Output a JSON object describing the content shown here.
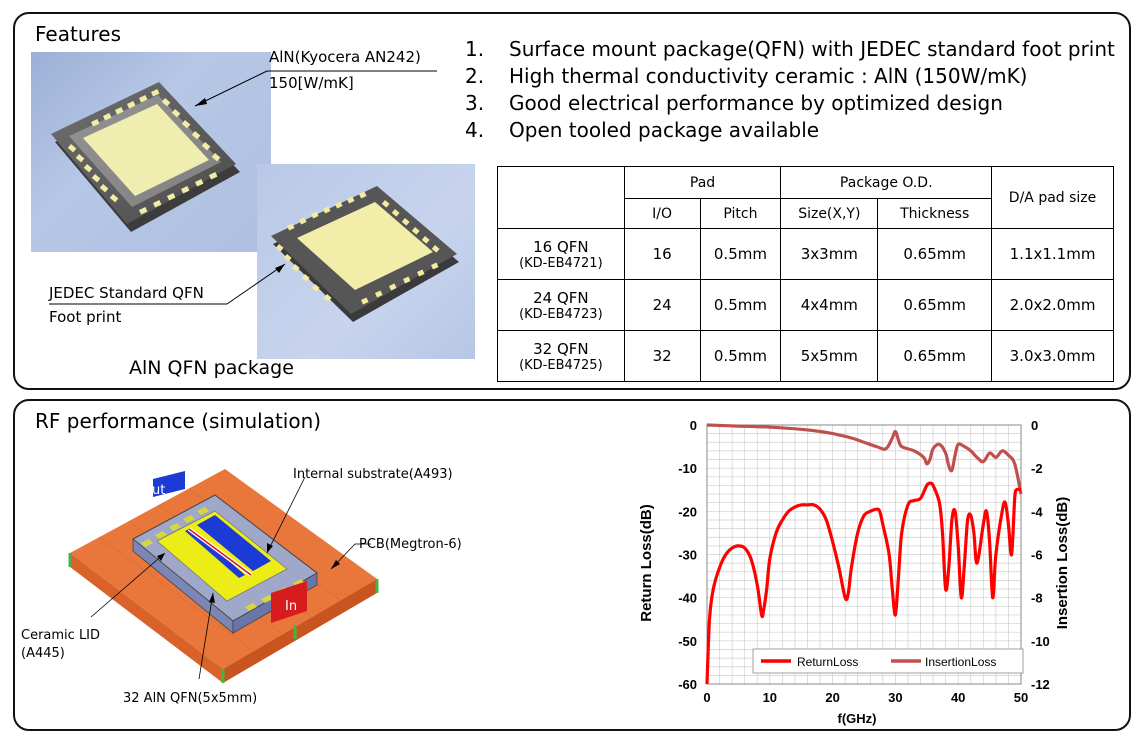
{
  "features": {
    "title": "Features",
    "annotations": {
      "material_line1": "AlN(Kyocera AN242)",
      "material_line2": "150[W/mK]",
      "jedec_line1": "JEDEC Standard QFN",
      "jedec_line2": "Foot print",
      "caption": "AlN QFN package"
    },
    "list": [
      {
        "num": "1.",
        "text": "Surface mount package(QFN) with JEDEC standard foot print"
      },
      {
        "num": "2.",
        "text": "High thermal conductivity ceramic : AlN (150W/mK)"
      },
      {
        "num": "3.",
        "text": "Good electrical performance by optimized design"
      },
      {
        "num": "4.",
        "text": "Open tooled package available"
      }
    ],
    "table": {
      "group_headers": {
        "pad": "Pad",
        "package": "Package O.D.",
        "da": "D/A pad size"
      },
      "sub_headers": {
        "io": "I/O",
        "pitch": "Pitch",
        "size": "Size(X,Y)",
        "thickness": "Thickness"
      },
      "rows": [
        {
          "name": "16 QFN",
          "part": "(KD-EB4721)",
          "io": "16",
          "pitch": "0.5mm",
          "size": "3x3mm",
          "thickness": "0.65mm",
          "da": "1.1x1.1mm"
        },
        {
          "name": "24 QFN",
          "part": "(KD-EB4723)",
          "io": "24",
          "pitch": "0.5mm",
          "size": "4x4mm",
          "thickness": "0.65mm",
          "da": "2.0x2.0mm"
        },
        {
          "name": "32 QFN",
          "part": "(KD-EB4725)",
          "io": "32",
          "pitch": "0.5mm",
          "size": "5x5mm",
          "thickness": "0.65mm",
          "da": "3.0x3.0mm"
        }
      ]
    }
  },
  "rf": {
    "title": "RF performance (simulation)",
    "model_labels": {
      "out": "out",
      "in": "In",
      "internal": "Internal substrate(A493)",
      "pcb": "PCB(Megtron-6)",
      "lid_line1": "Ceramic LID",
      "lid_line2": "(A445)",
      "qfn": "32 AlN QFN(5x5mm)"
    }
  },
  "colors": {
    "return_loss": "#ff0000",
    "insertion_loss": "#c0504d",
    "pcb": "#e9763a",
    "pad_yellow": "#ecec16",
    "substrate_blue": "#1c3bd6"
  },
  "chart_data": {
    "type": "line",
    "xlabel": "f(GHz)",
    "ylabel": "Return Loss(dB)",
    "y2label": "Insertion Loss(dB)",
    "xlim": [
      0,
      50
    ],
    "ylim": [
      -60,
      0
    ],
    "y2lim": [
      -12,
      0
    ],
    "xticks": [
      0,
      10,
      20,
      30,
      40,
      50
    ],
    "yticks": [
      0,
      -10,
      -20,
      -30,
      -40,
      -50,
      -60
    ],
    "y2ticks": [
      0,
      -2,
      -4,
      -6,
      -8,
      -10,
      -12
    ],
    "grid": true,
    "legend_position": "bottom-right",
    "series": [
      {
        "name": "ReturnLoss",
        "axis": "left",
        "x": [
          0,
          0.4,
          1,
          2,
          3,
          4,
          5,
          6,
          7,
          8,
          8.7,
          9,
          9.5,
          10,
          11,
          12,
          13,
          14,
          15,
          16,
          17,
          18,
          19,
          20,
          21,
          22,
          22.5,
          23,
          24,
          25,
          26,
          27,
          27.5,
          28,
          29,
          29.5,
          30,
          30.5,
          31,
          32,
          33,
          34,
          35,
          35.5,
          36,
          37,
          37.5,
          38,
          38.5,
          39,
          39.5,
          40,
          40.5,
          41,
          41.5,
          42,
          42.5,
          43,
          44,
          44.5,
          45,
          45.5,
          46,
          47,
          47.5,
          48,
          48.5,
          49,
          49.3,
          50
        ],
        "y": [
          -60,
          -45,
          -38,
          -33,
          -30,
          -28.5,
          -28,
          -28.5,
          -31,
          -37,
          -44,
          -43,
          -38,
          -31,
          -25,
          -22,
          -20,
          -19,
          -18.5,
          -18.5,
          -18.5,
          -19.5,
          -22,
          -27,
          -33,
          -40,
          -39,
          -33,
          -25,
          -21,
          -20,
          -19.5,
          -20,
          -23,
          -30,
          -38,
          -44,
          -35,
          -25,
          -18.5,
          -17.5,
          -17,
          -14,
          -13.5,
          -14,
          -18,
          -25,
          -38,
          -33,
          -22,
          -20,
          -28,
          -40,
          -32,
          -22,
          -21,
          -25,
          -32,
          -23,
          -20,
          -27,
          -40,
          -30,
          -20,
          -18,
          -23,
          -30,
          -17,
          -15,
          -15
        ]
      },
      {
        "name": "InsertionLoss",
        "axis": "right",
        "x": [
          0,
          5,
          10,
          15,
          18,
          20,
          23,
          25,
          27,
          28.5,
          29.5,
          30,
          30.5,
          31,
          33,
          34.5,
          35,
          35.5,
          36,
          37,
          38,
          38.5,
          39,
          39.5,
          40,
          41,
          42,
          43,
          44,
          45,
          46,
          47,
          48,
          49,
          50
        ],
        "y": [
          0,
          -0.05,
          -0.1,
          -0.2,
          -0.3,
          -0.4,
          -0.6,
          -0.8,
          -1.0,
          -1.1,
          -0.6,
          -0.3,
          -0.7,
          -1.0,
          -1.2,
          -1.5,
          -1.8,
          -1.6,
          -1.1,
          -0.9,
          -1.3,
          -1.9,
          -2.1,
          -1.4,
          -0.9,
          -1.0,
          -1.2,
          -1.5,
          -1.7,
          -1.3,
          -1.5,
          -1.2,
          -1.4,
          -1.8,
          -3.2
        ]
      }
    ]
  }
}
